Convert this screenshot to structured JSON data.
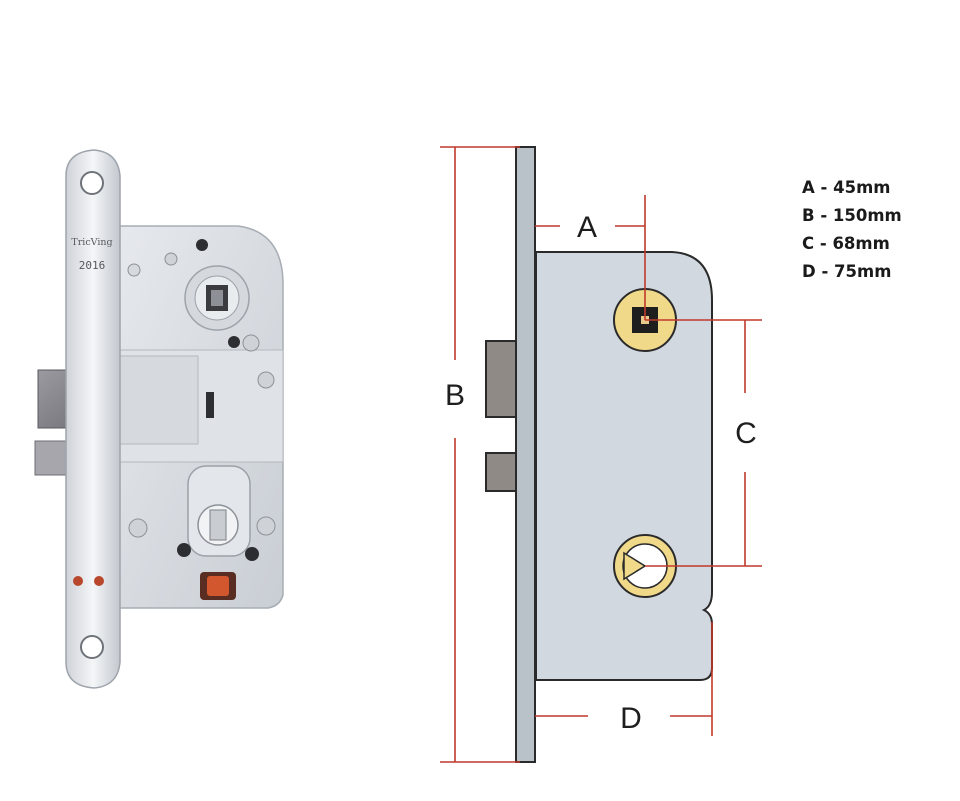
{
  "photo": {
    "brand_engraving": "TricVing",
    "model_engraving": "2016"
  },
  "drawing": {
    "dimension_letters": {
      "a": "A",
      "b": "B",
      "c": "C",
      "d": "D"
    }
  },
  "legend": [
    {
      "text": "A - 45mm"
    },
    {
      "text": "B - 150mm"
    },
    {
      "text": "C - 68mm"
    },
    {
      "text": "D - 75mm"
    }
  ],
  "colors": {
    "dimension_line": "#c0392b",
    "faceplate": "#b9c1c9",
    "case": "#d2d8df",
    "brass": "#f1d98a",
    "latch": "#8f8a86"
  }
}
